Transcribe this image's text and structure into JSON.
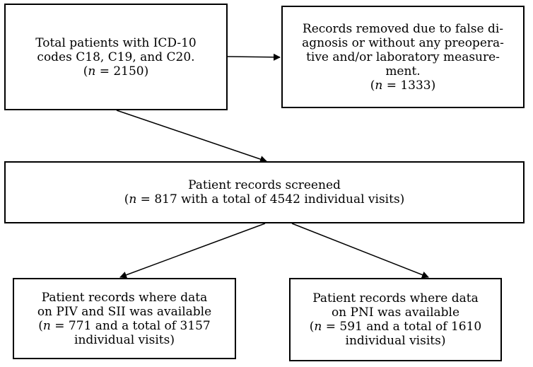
{
  "boxes": {
    "total": {
      "lines": [
        "Total patients with ICD-10",
        "codes C18, C19, and C20."
      ],
      "n_symbol": "n",
      "n_text": " = 2150)"
    },
    "removed": {
      "lines": [
        "Records removed due to false di-",
        "agnosis or without any preopera-",
        "tive and/or laboratory measure-",
        "ment."
      ],
      "n_symbol": "n",
      "n_text": " = 1333)"
    },
    "screened": {
      "lines": [
        "Patient records screened"
      ],
      "n_symbol": "n",
      "n_text": " = 817 with a total of 4542 individual visits)"
    },
    "piv_sii": {
      "lines": [
        "Patient records where data",
        "on PIV and SII was available"
      ],
      "n_symbol": "n",
      "n_text": " = 771 and a total of 3157",
      "tail": "individual visits)"
    },
    "pni": {
      "lines": [
        "Patient records where data",
        "on PNI was available"
      ],
      "n_symbol": "n",
      "n_text": " = 591 and a total of 1610",
      "tail": "individual visits)"
    }
  }
}
